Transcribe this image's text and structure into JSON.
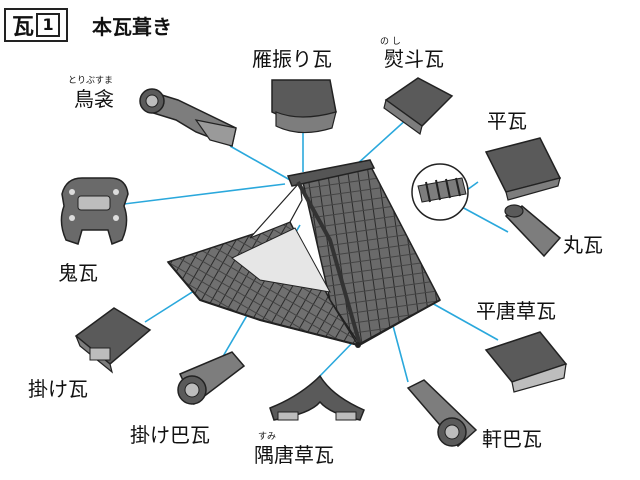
{
  "header": {
    "badge_kanji": "瓦",
    "badge_number": "1",
    "title": "本瓦葺き"
  },
  "labels": {
    "karikuri": "雁振り瓦",
    "noshi": "熨斗瓦",
    "noshi_ruby": "の し",
    "tori": "鳥衾",
    "tori_ruby": "とりぶすま",
    "hira": "平瓦",
    "maru": "丸瓦",
    "oni": "鬼瓦",
    "hirakarakusa": "平唐草瓦",
    "kake": "掛け瓦",
    "kakedomoe": "掛け巴瓦",
    "sumikarakusa": "隅唐草瓦",
    "sumi_ruby": "すみ",
    "nokidomoe": "軒巴瓦"
  },
  "colors": {
    "leader": "#2aa8dc",
    "tile_dark": "#5a5a5a",
    "tile_mid": "#7d7d7d",
    "tile_light": "#bdbdbd",
    "outline": "#222222"
  }
}
